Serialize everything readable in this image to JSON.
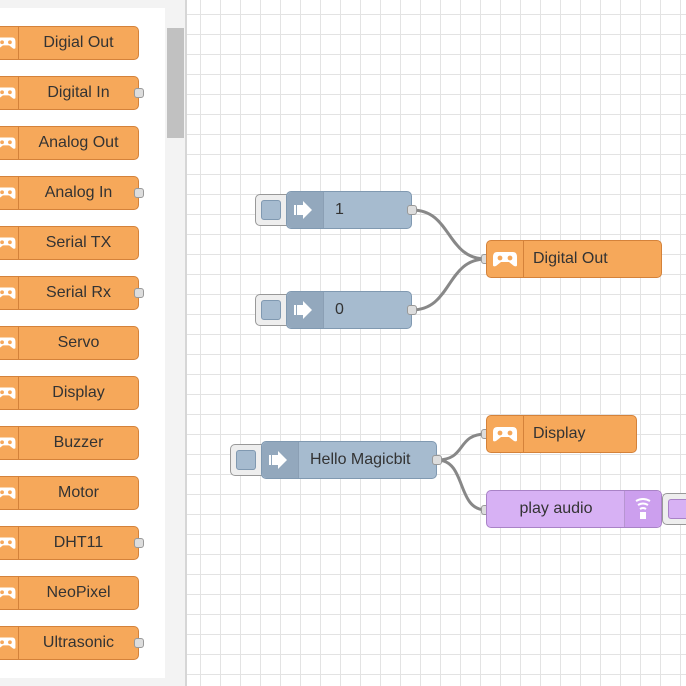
{
  "palette": {
    "items": [
      {
        "label": "Digial Out",
        "icon": "magicbit-icon",
        "has_output": false
      },
      {
        "label": "Digital In",
        "icon": "magicbit-icon",
        "has_output": true
      },
      {
        "label": "Analog Out",
        "icon": "magicbit-icon",
        "has_output": false
      },
      {
        "label": "Analog In",
        "icon": "magicbit-icon",
        "has_output": true
      },
      {
        "label": "Serial TX",
        "icon": "magicbit-icon",
        "has_output": false
      },
      {
        "label": "Serial Rx",
        "icon": "magicbit-icon",
        "has_output": true
      },
      {
        "label": "Servo",
        "icon": "magicbit-icon",
        "has_output": false
      },
      {
        "label": "Display",
        "icon": "magicbit-icon",
        "has_output": false
      },
      {
        "label": "Buzzer",
        "icon": "magicbit-icon",
        "has_output": false
      },
      {
        "label": "Motor",
        "icon": "magicbit-icon",
        "has_output": false
      },
      {
        "label": "DHT11",
        "icon": "magicbit-icon",
        "has_output": true
      },
      {
        "label": "NeoPixel",
        "icon": "magicbit-icon",
        "has_output": false
      },
      {
        "label": "Ultrasonic",
        "icon": "magicbit-icon",
        "has_output": true
      }
    ]
  },
  "flow": {
    "inject_1": {
      "label": "1",
      "icon": "arrow-in-icon"
    },
    "inject_0": {
      "label": "0",
      "icon": "arrow-in-icon"
    },
    "digital_out": {
      "label": "Digital Out",
      "icon": "magicbit-icon"
    },
    "inject_hello": {
      "label": "Hello Magicbit",
      "icon": "arrow-in-icon"
    },
    "display": {
      "label": "Display",
      "icon": "magicbit-icon"
    },
    "play_audio": {
      "label": "play audio",
      "icon": "audio-icon"
    }
  },
  "colors": {
    "magicbit_node": "#f6a85a",
    "inject_node": "#a6bbcf",
    "audio_node": "#d7b1f4",
    "wire": "#888888"
  }
}
